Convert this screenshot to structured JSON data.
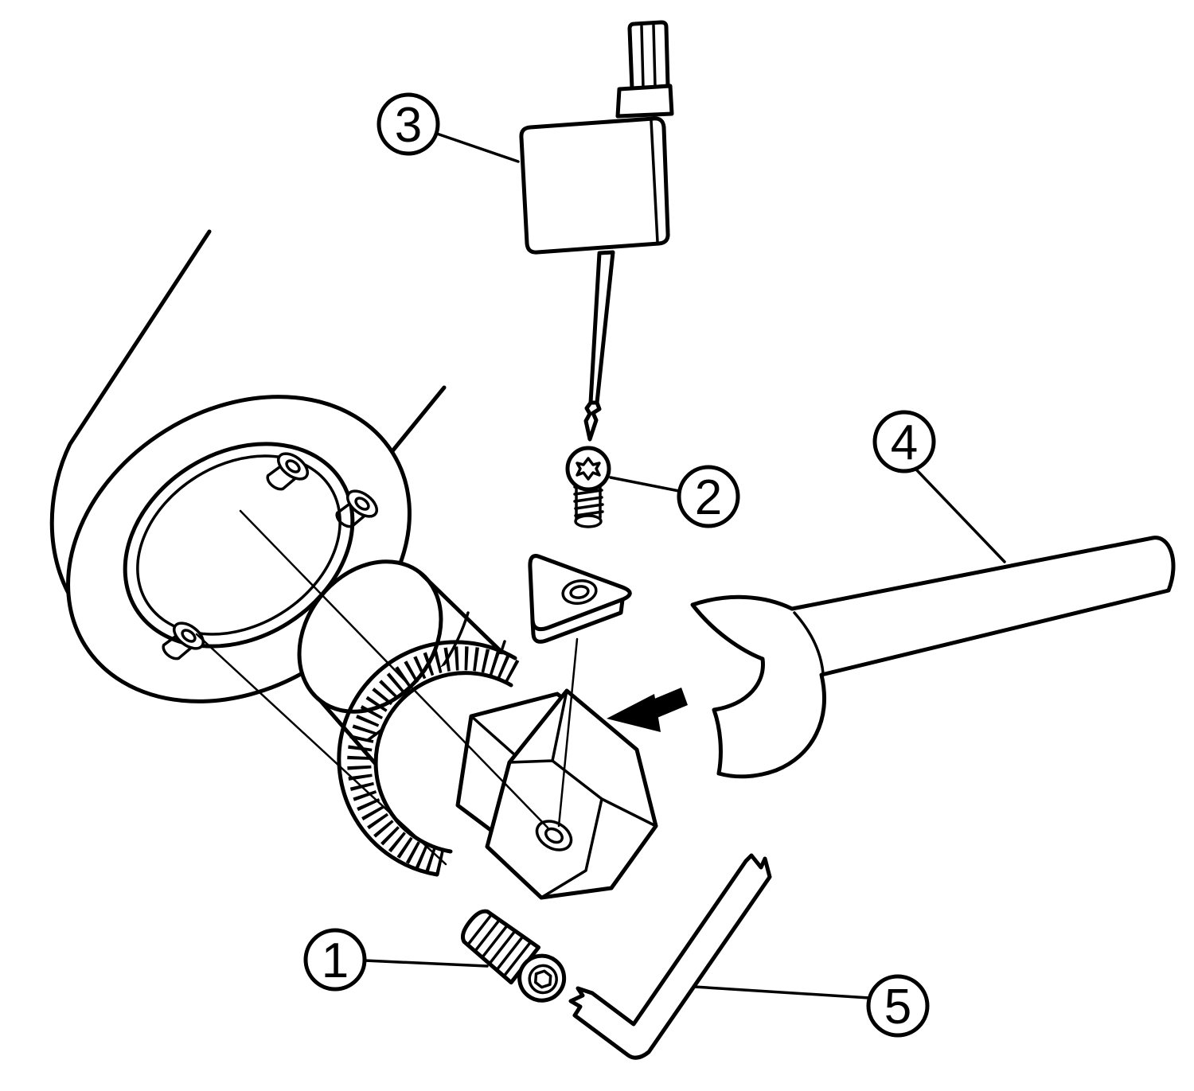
{
  "figure": {
    "type": "exploded-assembly-diagram",
    "background_color": "#ffffff",
    "line_color": "#000000",
    "callouts": [
      {
        "label": "1",
        "part": "clamping-screw"
      },
      {
        "label": "2",
        "part": "insert-screw"
      },
      {
        "label": "3",
        "part": "torque-screwdriver"
      },
      {
        "label": "4",
        "part": "open-end-wrench"
      },
      {
        "label": "5",
        "part": "torx-key"
      }
    ]
  }
}
